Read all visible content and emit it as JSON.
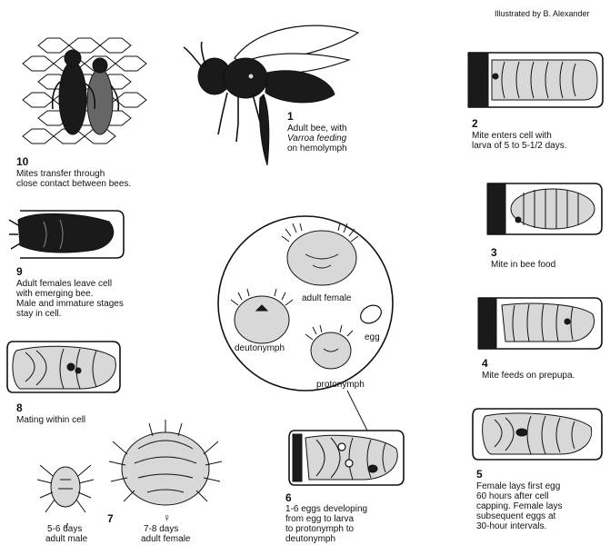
{
  "credit": "Illustrated by B. Alexander",
  "stages": [
    {
      "num": "1",
      "lines": [
        "Adult bee, with",
        "Varroa feeding",
        "on hemolymph"
      ]
    },
    {
      "num": "2",
      "lines": [
        "Mite enters cell with",
        "larva of 5 to 5-1/2 days."
      ]
    },
    {
      "num": "3",
      "lines": [
        "Mite in bee food"
      ]
    },
    {
      "num": "4",
      "lines": [
        "Mite feeds on prepupa."
      ]
    },
    {
      "num": "5",
      "lines": [
        "Female lays first egg",
        "60 hours after cell",
        "capping. Female lays",
        "subsequent eggs at",
        "30-hour intervals."
      ]
    },
    {
      "num": "6",
      "lines": [
        "1-6 eggs developing",
        "from egg to larva",
        "to protonymph to",
        "deutonymph"
      ]
    },
    {
      "num": "7",
      "lines": []
    },
    {
      "num": "8",
      "lines": [
        "Mating within cell"
      ]
    },
    {
      "num": "9",
      "lines": [
        "Adult females leave cell",
        "with emerging bee.",
        "Male and immature stages",
        "stay in cell."
      ]
    },
    {
      "num": "10",
      "lines": [
        "Mites transfer through",
        "close contact between bees."
      ]
    }
  ],
  "circle_labels": {
    "adult_female": "adult female",
    "deutonymph": "deutonymph",
    "egg": "egg",
    "protonymph": "protonymph"
  },
  "stage7": {
    "male_symbol": "♂",
    "male_label": [
      "5-6 days",
      "adult male"
    ],
    "female_symbol": "♀",
    "female_label": [
      "7-8 days",
      "adult female"
    ]
  }
}
